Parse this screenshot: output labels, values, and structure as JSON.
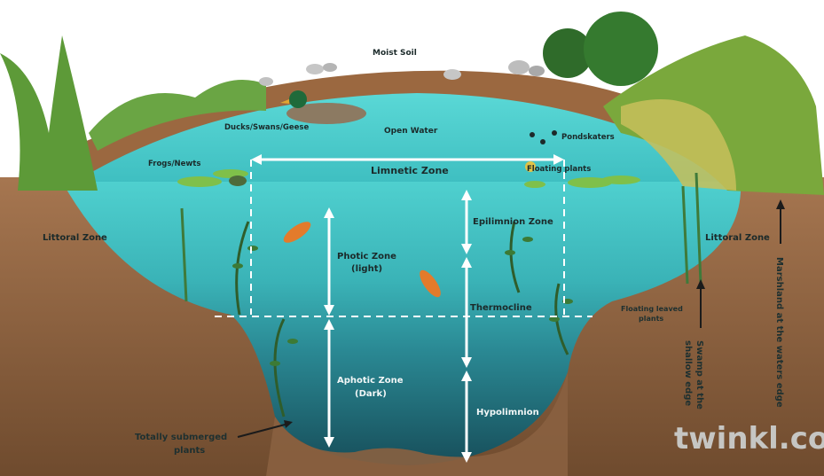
{
  "labels": {
    "moist_soil": "Moist Soil",
    "ducks": "Ducks/Swans/Geese",
    "open_water": "Open Water",
    "pondskaters": "Pondskaters",
    "frogs": "Frogs/Newts",
    "floating_plants": "Floating plants",
    "limnetic": "Limnetic Zone",
    "littoral_left": "Littoral Zone",
    "littoral_right": "Littoral Zone",
    "epilimnion": "Epilimnion Zone",
    "photic_1": "Photic Zone",
    "photic_2": "(light)",
    "thermocline": "Thermocline",
    "floating_leaved_1": "Floating leaved",
    "floating_leaved_2": "plants",
    "aphotic_1": "Aphotic Zone",
    "aphotic_2": "(Dark)",
    "hypolimnion": "Hypolimnion",
    "submerged_1": "Totally submerged",
    "submerged_2": "plants",
    "swamp_1": "Swamp at the",
    "swamp_2": "shallow edge",
    "marshland": "Marshland at the waters edge",
    "watermark": "twinkl.co"
  },
  "colors": {
    "sky": "#ffffff",
    "soil_top": "#9a6a45",
    "soil_dark": "#7b5535",
    "grass": "#5e9a3a",
    "surface_water": "#49c6c7",
    "upper_water": "#3fb6b8",
    "mid_water": "#2d8f98",
    "deep_water": "#1c5d68",
    "arrow": "#ffffff"
  }
}
